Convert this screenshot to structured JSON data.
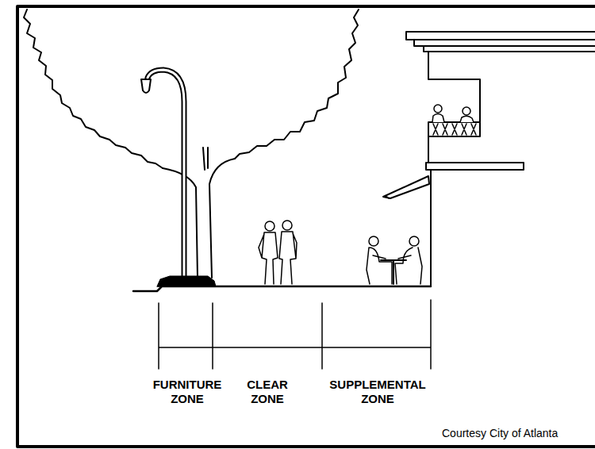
{
  "diagram": {
    "labels": [
      "FURNITURE ZONE",
      "CLEAR ZONE",
      "SUPPLEMENTAL ZONE",
      "Courtesy City of Atlanta"
    ]
  }
}
